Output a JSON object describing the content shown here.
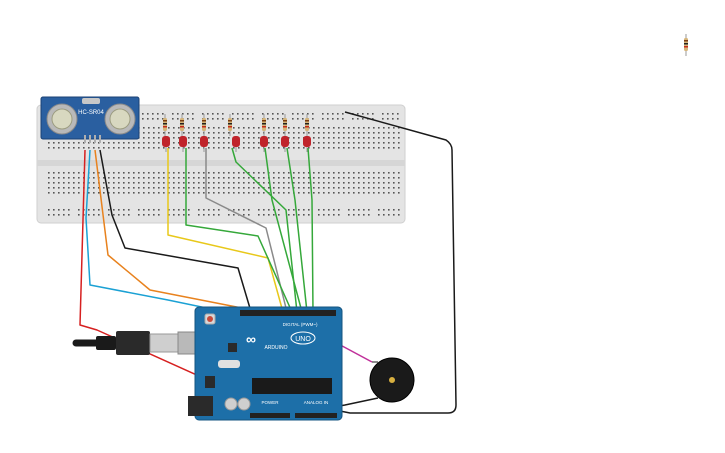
{
  "sensor": {
    "label": "HC-SR04"
  },
  "arduino": {
    "logo_text": "ARDUINO",
    "board_name": "UNO",
    "digital_label": "DIGITAL (PWM~)",
    "power_label": "POWER",
    "analog_label": "ANALOG IN"
  },
  "colors": {
    "board": "#1d6fa8",
    "breadboard": "#e6e6e6",
    "led": "#c0242b",
    "wire_black": "#1a1a1a",
    "wire_red": "#d62020",
    "wire_orange": "#e8821e",
    "wire_cyan": "#1ba1d4",
    "wire_yellow": "#e8c81a",
    "wire_green": "#35a83a",
    "wire_gray": "#8a8a8a",
    "wire_magenta": "#c0309a"
  }
}
